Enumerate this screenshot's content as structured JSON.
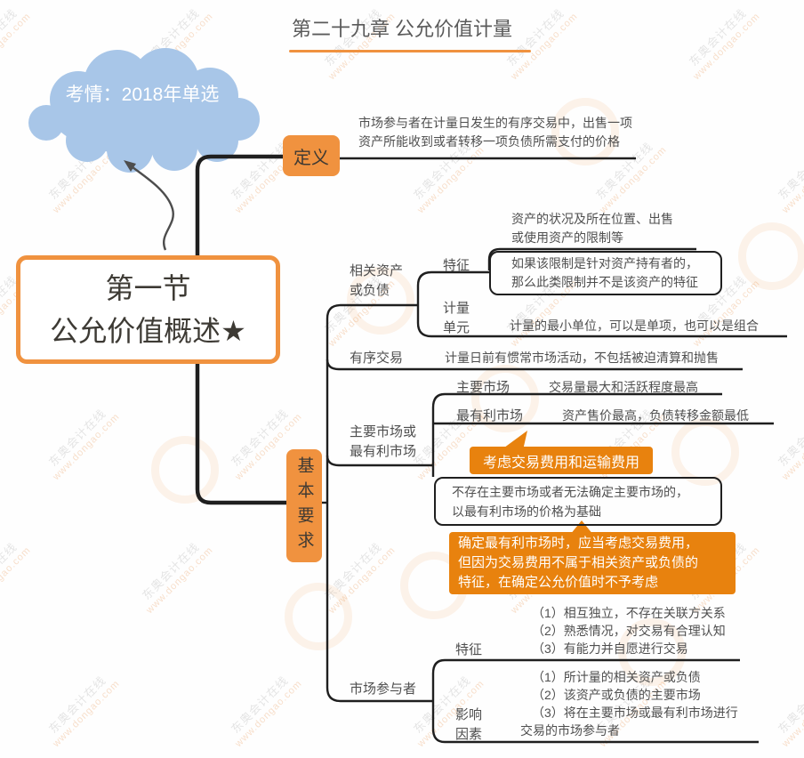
{
  "title": "第二十九章 公允价值计量",
  "cloud": {
    "text": "考情：2018年单选"
  },
  "root": {
    "line1": "第一节",
    "line2": "公允价值概述★"
  },
  "definition": {
    "label": "定义",
    "line1": "市场参与者在计量日发生的有序交易中，出售一项",
    "line2": "资产所能收到或者转移一项负债所需支付的价格"
  },
  "basic": {
    "label": "基本要求",
    "related": {
      "label_line1": "相关资产",
      "label_line2": "或负债",
      "feature_label": "特征",
      "feature_leaf1_line1": "资产的状况及所在位置、出售",
      "feature_leaf1_line2": "或使用资产的限制等",
      "feature_leaf2_line1": "如果该限制是针对资产持有者的，",
      "feature_leaf2_line2": "那么此类限制并不是该资产的特征",
      "unit_label_line1": "计量",
      "unit_label_line2": "单元",
      "unit_leaf": "计量的最小单位，可以是单项，也可以是组合"
    },
    "orderly": {
      "label": "有序交易",
      "leaf": "计量日前有惯常市场活动，不包括被迫清算和抛售"
    },
    "market": {
      "label_line1": "主要市场或",
      "label_line2": "最有利市场",
      "principal_label": "主要市场",
      "principal_leaf": "交易量最大和活跃程度最高",
      "advantageous_label": "最有利市场",
      "advantageous_leaf": "资产售价最高，负债转移金额最低",
      "callout_fees": "考虑交易费用和运输费用",
      "no_principal_line1": "不存在主要市场或者无法确定主要市场的，",
      "no_principal_line2": "以最有利市场的价格为基础",
      "callout_note_line1": "确定最有利市场时，应当考虑交易费用，",
      "callout_note_line2": "但因为交易费用不属于相关资产或负债的",
      "callout_note_line3": "特征，在确定公允价值时不予考虑"
    },
    "participants": {
      "label": "市场参与者",
      "feature_label": "特征",
      "feature_items": [
        "（1）相互独立，不存在关联方关系",
        "（2）熟悉情况，对交易有合理认知",
        "（3）有能力并自愿进行交易"
      ],
      "factors_label_line1": "影响",
      "factors_label_line2": "因素",
      "factors_items": [
        "（1）所计量的相关资产或负债",
        "（2）该资产或负债的主要市场",
        "（3）将在主要市场或最有利市场进行"
      ],
      "factors_item3_cont": "交易的市场参与者"
    }
  },
  "watermark": {
    "brand": "东奥会计在线",
    "url": "www.dongao.com"
  },
  "colors": {
    "node_orange": "#f0923f",
    "callout_orange": "#e8820e",
    "cloud_blue": "#a8c6e8",
    "line": "#1f1f1f"
  }
}
